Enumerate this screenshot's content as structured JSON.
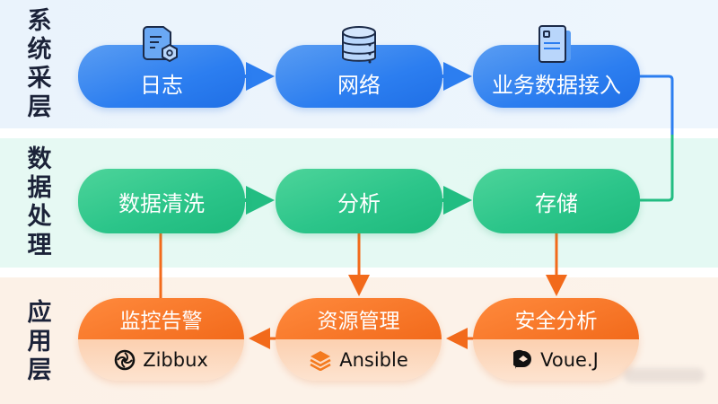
{
  "layers": [
    {
      "label": "系统采层",
      "nodes": [
        {
          "label": "日志",
          "icon": "log-document-icon"
        },
        {
          "label": "网络",
          "icon": "database-icon"
        },
        {
          "label": "业务数据接入",
          "icon": "business-doc-icon"
        }
      ]
    },
    {
      "label": "数据处理",
      "nodes": [
        {
          "label": "数据清洗"
        },
        {
          "label": "分析"
        },
        {
          "label": "存储"
        }
      ]
    },
    {
      "label": "应用层",
      "nodes": [
        {
          "label": "监控告警",
          "tool": "Zibbux",
          "tool_icon": "openai-swirl-icon"
        },
        {
          "label": "资源管理",
          "tool": "Ansible",
          "tool_icon": "stacked-layers-icon"
        },
        {
          "label": "安全分析",
          "tool": "Voue.J",
          "tool_icon": "chat-bubble-icon"
        }
      ]
    }
  ],
  "colors": {
    "collect": "#2c7ef0",
    "process": "#2cc58a",
    "application": "#f26a1b",
    "label_text": "#1b2238"
  }
}
